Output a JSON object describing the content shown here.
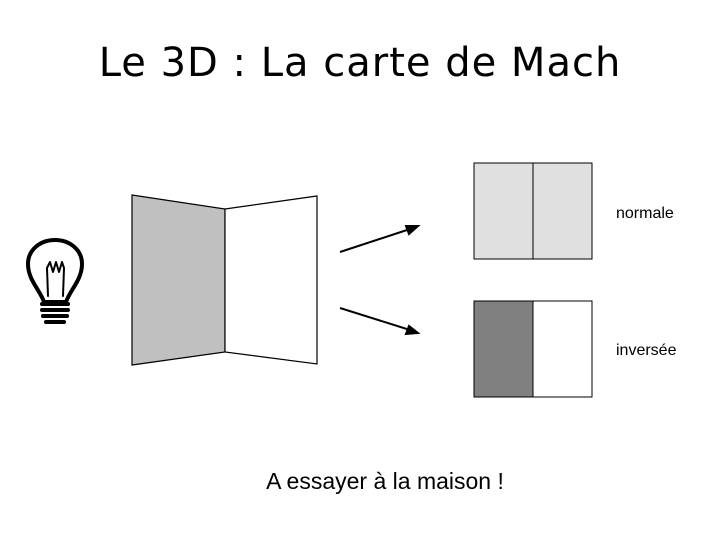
{
  "title": "Le 3D : La carte de Mach",
  "labels": {
    "normale": "normale",
    "inversee": "inversée"
  },
  "caption": "A essayer à la maison !",
  "colors": {
    "folded_card_shaded": "#c0c0c0",
    "folded_card_lit": "#ffffff",
    "normal_left": "#e0e0e0",
    "normal_right": "#e0e0e0",
    "inverse_left": "#808080",
    "inverse_right": "#ffffff",
    "outline": "#000000"
  },
  "icons": {
    "light_source": "lightbulb-icon",
    "arrows": "arrow-icon"
  }
}
